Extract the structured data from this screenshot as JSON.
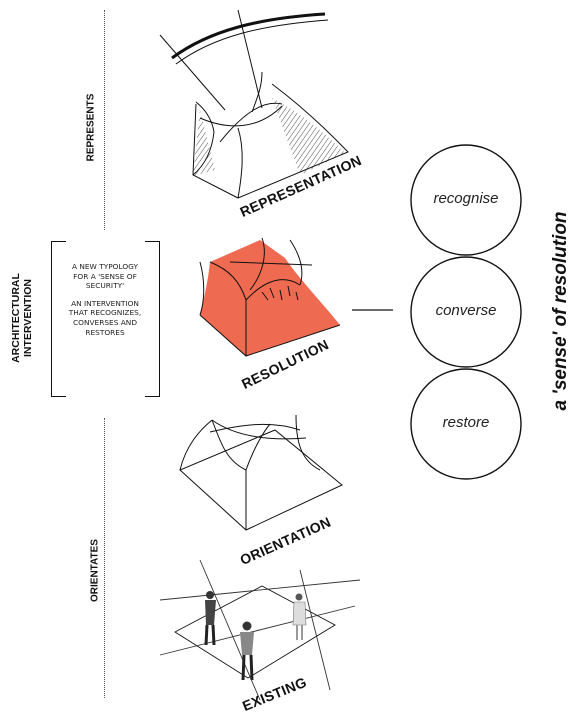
{
  "side_labels": {
    "represents": "REPRESENTS",
    "architectural_intervention": "ARCHITECTURAL\nINTERVENTION",
    "orientates": "ORIENTATES"
  },
  "intervention_text": {
    "line1": "A NEW TYPOLOGY FOR A 'SENSE OF SECURITY'",
    "line2": "AN INTERVENTION THAT RECOGNIZES, CONVERSES AND RESTORES"
  },
  "stages": {
    "representation": "REPRESENTATION",
    "resolution": "RESOLUTION",
    "orientation": "ORIENTATION",
    "existing": "EXISTING"
  },
  "venn": {
    "top": "recognise",
    "middle": "converse",
    "bottom": "restore"
  },
  "title": "a 'sense' of resolution",
  "colors": {
    "accent": "#ee6a50",
    "line": "#111111"
  }
}
